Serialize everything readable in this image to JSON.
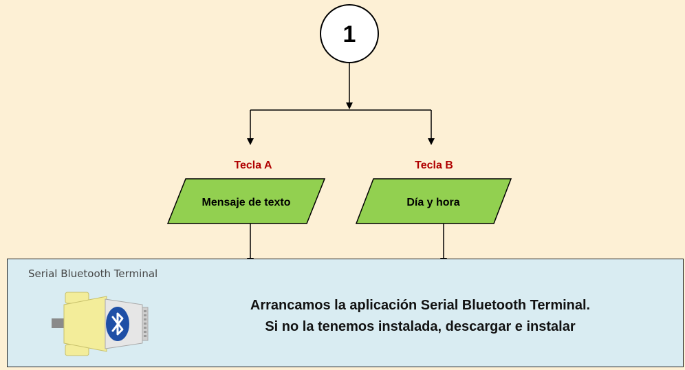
{
  "connector": {
    "label": "1"
  },
  "branches": [
    {
      "key_label": "Tecla A",
      "action_label": "Mensaje de texto"
    },
    {
      "key_label": "Tecla B",
      "action_label": "Día y hora"
    }
  ],
  "info_panel": {
    "app_name": "Serial Bluetooth Terminal",
    "app_icon": "serial-bluetooth-terminal-app-icon",
    "line1": "Arrancamos la aplicación Serial Bluetooth Terminal.",
    "line2": "Si no la tenemos instalada, descargar e instalar"
  },
  "colors": {
    "background": "#fdf0d5",
    "key_label": "#b00000",
    "action_fill": "#92d050",
    "panel_fill": "#d9ecf2"
  }
}
